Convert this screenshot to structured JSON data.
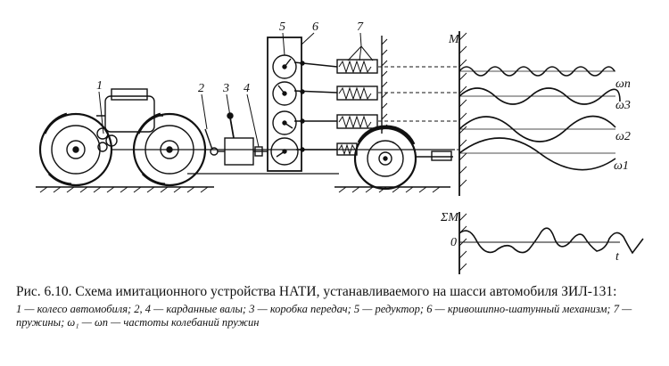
{
  "labels": {
    "n1": "1",
    "n2": "2",
    "n3": "3",
    "n4": "4",
    "n5": "5",
    "n6": "6",
    "n7": "7",
    "m_axis": "M",
    "omega_n": "ωn",
    "omega_3": "ω3",
    "omega_2": "ω2",
    "omega_1": "ω1",
    "sum_m": "ΣM",
    "zero": "0",
    "t": "t"
  },
  "caption": {
    "main": "Рис. 6.10. Схема имитационного устройства НАТИ, устанавливаемого на шасси автомобиля ЗИЛ-131:",
    "legend": "1 — колесо автомобиля; 2, 4 — карданные валы; 3 — коробка передач; 5 — редуктор; 6 — кривошипно-шатунный механизм; 7 — пружины; ω₁ — ωn — частоты колебаний пружин"
  }
}
